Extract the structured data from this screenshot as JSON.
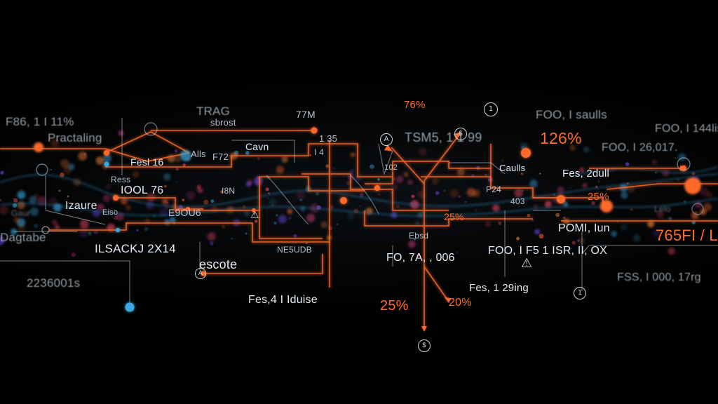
{
  "labels": {
    "trag": "TRAG",
    "sbrost": "sbrost",
    "m77": "77M",
    "pct76": "76%",
    "foo_saulls": "FOO, I saulls",
    "f86": "F86, 1 I 11%",
    "practaling": "Practaling",
    "foo_144": "FOO, I 144lis",
    "pct126": "126%",
    "cavn": "Cavn",
    "n35": "1 35",
    "tsm": "TSM5, 1 1 99",
    "foo_26017": "FOO, I 26,017.",
    "fesl16": "Fesl 16",
    "alls": "Alls",
    "f72": "F72",
    "i4": "I 4",
    "n102": "102",
    "caulls": "Caulls",
    "fes2dull": "Fes, 2dull",
    "ress": "Ress",
    "iool76": "IOOL 76",
    "i8": "I8N",
    "p24": "P24",
    "n403": "403",
    "pct25b": "25%",
    "zaure": "Izaure",
    "eiso": "Eiso",
    "e9ou6": "E9OU6",
    "lelo": "Lelo",
    "pct25": "25%",
    "gaur": "Gaur",
    "bagtabe": "Dagtabe",
    "pomilun": "POMI, Iun",
    "r765": "765FI / L",
    "ilsack": "ILSACKJ 2X14",
    "ne5udb": "NE5UDB",
    "fo7a": "FO, 7A, , 006",
    "foo_isr": "FOO, I F5 1 ISR, II, OX",
    "ebsd": "Ebsd",
    "escote": "escote",
    "n2236": "2236001s",
    "fss1000": "FSS, I 000, 17rg",
    "fes129": "Fes, 1 29ing",
    "fes41": "Fes,4 I Iduise",
    "pct25c": "25%",
    "pct20": "20%"
  },
  "colors": {
    "background": "#000000",
    "orange": "#ff6a2a",
    "blue": "#3aa9e0",
    "text": "#b9c2cc",
    "line_white": "#c8cfd6"
  },
  "icons": {
    "a_circle": "A",
    "dollar_circle": "$",
    "one_circle": "1",
    "warning_triangle": "⚠"
  }
}
